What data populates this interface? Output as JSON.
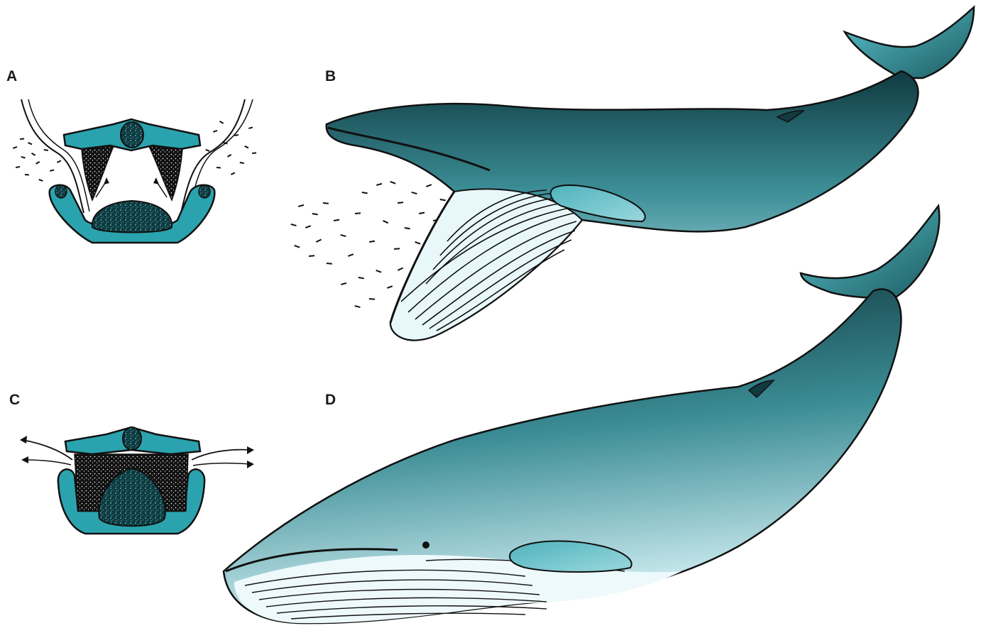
{
  "panels": [
    {
      "id": "A",
      "label": "A"
    },
    {
      "id": "B",
      "label": "B"
    },
    {
      "id": "C",
      "label": "C"
    },
    {
      "id": "D",
      "label": "D"
    }
  ],
  "colors": {
    "teal": "#2aa3ae",
    "teal_light": "#cfeef2",
    "ink": "#111111",
    "paper": "#ffffff"
  }
}
